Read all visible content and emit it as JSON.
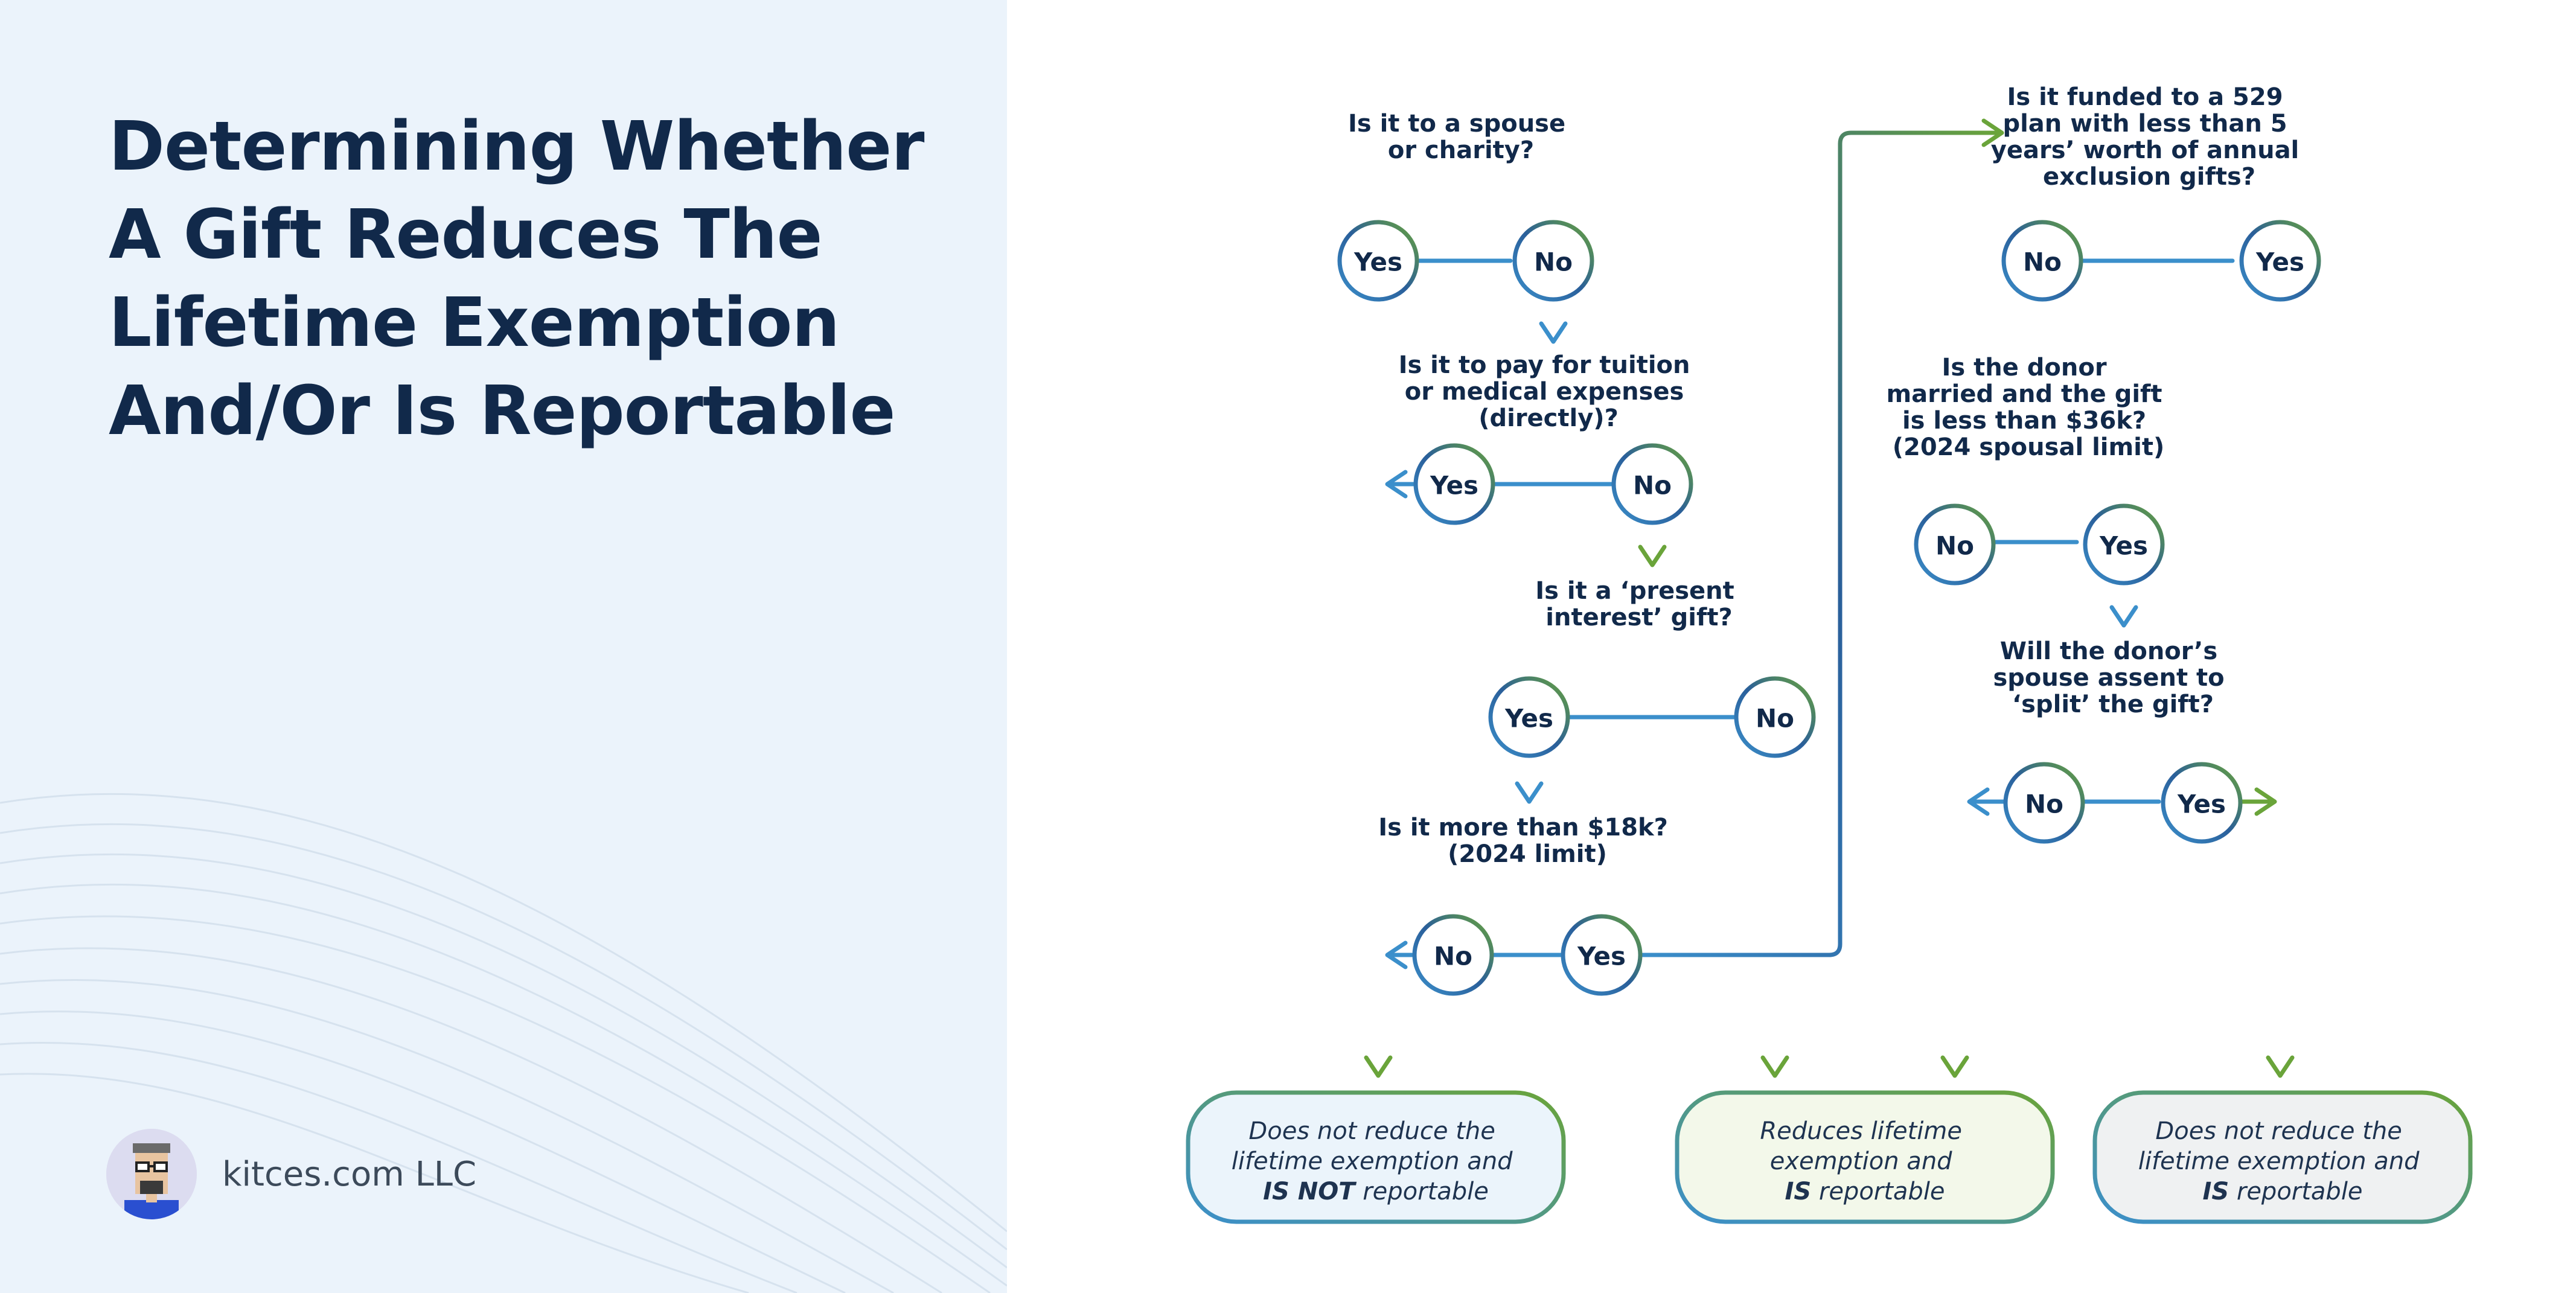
{
  "title_lines": [
    "Determining Whether",
    "A Gift Reduces The",
    "Lifetime Exemption",
    "And/Or Is Reportable"
  ],
  "brand": {
    "name": "kitces.com LLC",
    "avatar_icon": "avatar-glasses-icon"
  },
  "colors": {
    "navy": "#11294a",
    "blue": "#3b8fcb",
    "green": "#6aa43a",
    "panel": "#ebf3fb"
  },
  "questions": {
    "q1": [
      "Is it to a spouse",
      "or charity?"
    ],
    "q2": [
      "Is it to pay for tuition",
      "or medical expenses",
      "(directly)?"
    ],
    "q3": [
      "Is it a ‘present",
      "interest’ gift?"
    ],
    "q4": [
      "Is it more than $18k?",
      "(2024 limit)"
    ],
    "q5": [
      "Is it funded to a 529",
      "plan with less than 5",
      "years’ worth of annual",
      "exclusion gifts?"
    ],
    "q6": [
      "Is the donor",
      "married and the gift",
      "is less than $36k?",
      "(2024 spousal limit)"
    ],
    "q7": [
      "Will the donor’s",
      "spouse assent to",
      "‘split’ the gift?"
    ]
  },
  "nodes": {
    "q1_yes": "Yes",
    "q1_no": "No",
    "q2_yes": "Yes",
    "q2_no": "No",
    "q3_yes": "Yes",
    "q3_no": "No",
    "q4_no": "No",
    "q4_yes": "Yes",
    "q5_no": "No",
    "q5_yes": "Yes",
    "q6_no": "No",
    "q6_yes": "Yes",
    "q7_no": "No",
    "q7_yes": "Yes"
  },
  "outcomes": {
    "o1": {
      "line1": "Does not reduce the",
      "line2": "lifetime exemption and",
      "bold": "IS NOT",
      "rest": " reportable"
    },
    "o2": {
      "line1": "Reduces lifetime",
      "line2": "exemption and",
      "bold": "IS",
      "rest": " reportable"
    },
    "o3": {
      "line1": "Does not reduce the",
      "line2": "lifetime exemption and",
      "bold": "IS",
      "rest": " reportable"
    }
  }
}
